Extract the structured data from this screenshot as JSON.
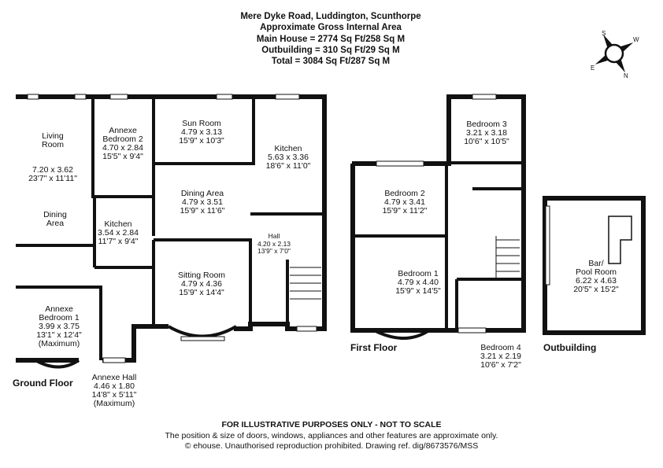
{
  "header": {
    "address": "Mere Dyke Road, Luddington, Scunthorpe",
    "subtitle": "Approximate Gross Internal Area",
    "main_house": "Main House = 2774 Sq Ft/258 Sq M",
    "outbuilding": "Outbuilding = 310 Sq Ft/29 Sq M",
    "total": "Total = 3084 Sq Ft/287 Sq M"
  },
  "compass": {
    "s": "S",
    "w": "W",
    "e": "E",
    "n": "N"
  },
  "floors": {
    "ground": "Ground Floor",
    "first": "First Floor",
    "outbuilding": "Outbuilding"
  },
  "rooms": {
    "living_room": {
      "name": "Living Room",
      "name2": "Room",
      "name1": "Living",
      "metric": "7.20 x 3.62",
      "imperial": "23'7\" x 11'11\""
    },
    "dining_area_left": {
      "name1": "Dining",
      "name2": "Area"
    },
    "annexe_bedroom_2": {
      "name1": "Annexe",
      "name2": "Bedroom 2",
      "metric": "4.70 x 2.84",
      "imperial": "15'5\" x 9'4\""
    },
    "sun_room": {
      "name": "Sun Room",
      "metric": "4.79 x 3.13",
      "imperial": "15'9\" x 10'3\""
    },
    "kitchen_main": {
      "name": "Kitchen",
      "metric": "5.63 x 3.36",
      "imperial": "18'6\" x 11'0\""
    },
    "dining_area": {
      "name": "Dining Area",
      "metric": "4.79 x 3.51",
      "imperial": "15'9\" x 11'6\""
    },
    "kitchen_annexe": {
      "name": "Kitchen",
      "metric": "3.54 x 2.84",
      "imperial": "11'7\" x 9'4\""
    },
    "hall": {
      "name": "Hall",
      "metric": "4.20 x 2.13",
      "imperial": "13'9\" x 7'0\""
    },
    "sitting_room": {
      "name": "Sitting Room",
      "metric": "4.79 x 4.36",
      "imperial": "15'9\" x 14'4\""
    },
    "annexe_bedroom_1": {
      "name1": "Annexe",
      "name2": "Bedroom 1",
      "metric": "3.99 x 3.75",
      "imperial": "13'1\" x 12'4\"",
      "note": "(Maximum)"
    },
    "annexe_hall": {
      "name": "Annexe Hall",
      "metric": "4.46 x 1.80",
      "imperial": "14'8\" x 5'11\"",
      "note": "(Maximum)"
    },
    "bedroom_3": {
      "name": "Bedroom 3",
      "metric": "3.21 x 3.18",
      "imperial": "10'6\" x 10'5\""
    },
    "bedroom_2": {
      "name": "Bedroom 2",
      "metric": "4.79 x 3.41",
      "imperial": "15'9\" x 11'2\""
    },
    "bedroom_1": {
      "name": "Bedroom 1",
      "metric": "4.79 x 4.40",
      "imperial": "15'9\" x 14'5\""
    },
    "bedroom_4": {
      "name": "Bedroom 4",
      "metric": "3.21 x 2.19",
      "imperial": "10'6\" x 7'2\""
    },
    "bar_pool_room": {
      "name1": "Bar/",
      "name2": "Pool Room",
      "metric": "6.22 x 4.63",
      "imperial": "20'5\" x 15'2\""
    }
  },
  "footer": {
    "disclaimer": "FOR ILLUSTRATIVE PURPOSES ONLY - NOT TO SCALE",
    "line2": "The position & size of doors, windows, appliances and other features are approximate only.",
    "line3": "© ehouse. Unauthorised reproduction prohibited. Drawing ref. dig/8673576/MSS"
  }
}
